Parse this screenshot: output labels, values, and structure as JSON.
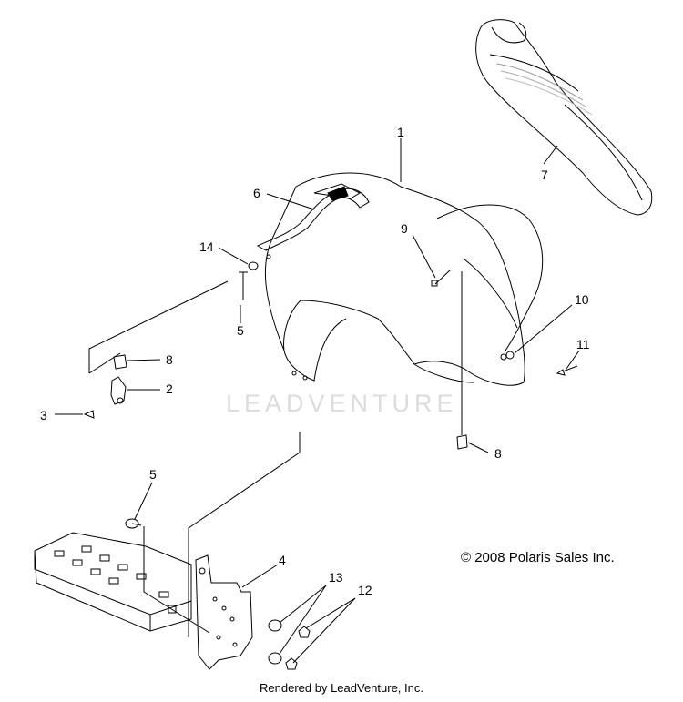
{
  "callouts": [
    {
      "id": "1",
      "label": "1"
    },
    {
      "id": "2",
      "label": "2"
    },
    {
      "id": "3",
      "label": "3"
    },
    {
      "id": "4",
      "label": "4"
    },
    {
      "id": "5a",
      "label": "5"
    },
    {
      "id": "5b",
      "label": "5"
    },
    {
      "id": "6",
      "label": "6"
    },
    {
      "id": "7",
      "label": "7"
    },
    {
      "id": "8a",
      "label": "8"
    },
    {
      "id": "8b",
      "label": "8"
    },
    {
      "id": "9",
      "label": "9"
    },
    {
      "id": "10",
      "label": "10"
    },
    {
      "id": "11",
      "label": "11"
    },
    {
      "id": "12",
      "label": "12"
    },
    {
      "id": "13",
      "label": "13"
    },
    {
      "id": "14",
      "label": "14"
    }
  ],
  "copyright": "© 2008 Polaris Sales Inc.",
  "footer": "Rendered by LeadVenture, Inc.",
  "watermark": "LEADVENTURE",
  "colors": {
    "line": "#000000",
    "shade": "#d8d8d8",
    "watermark": "#dcdcdc"
  }
}
